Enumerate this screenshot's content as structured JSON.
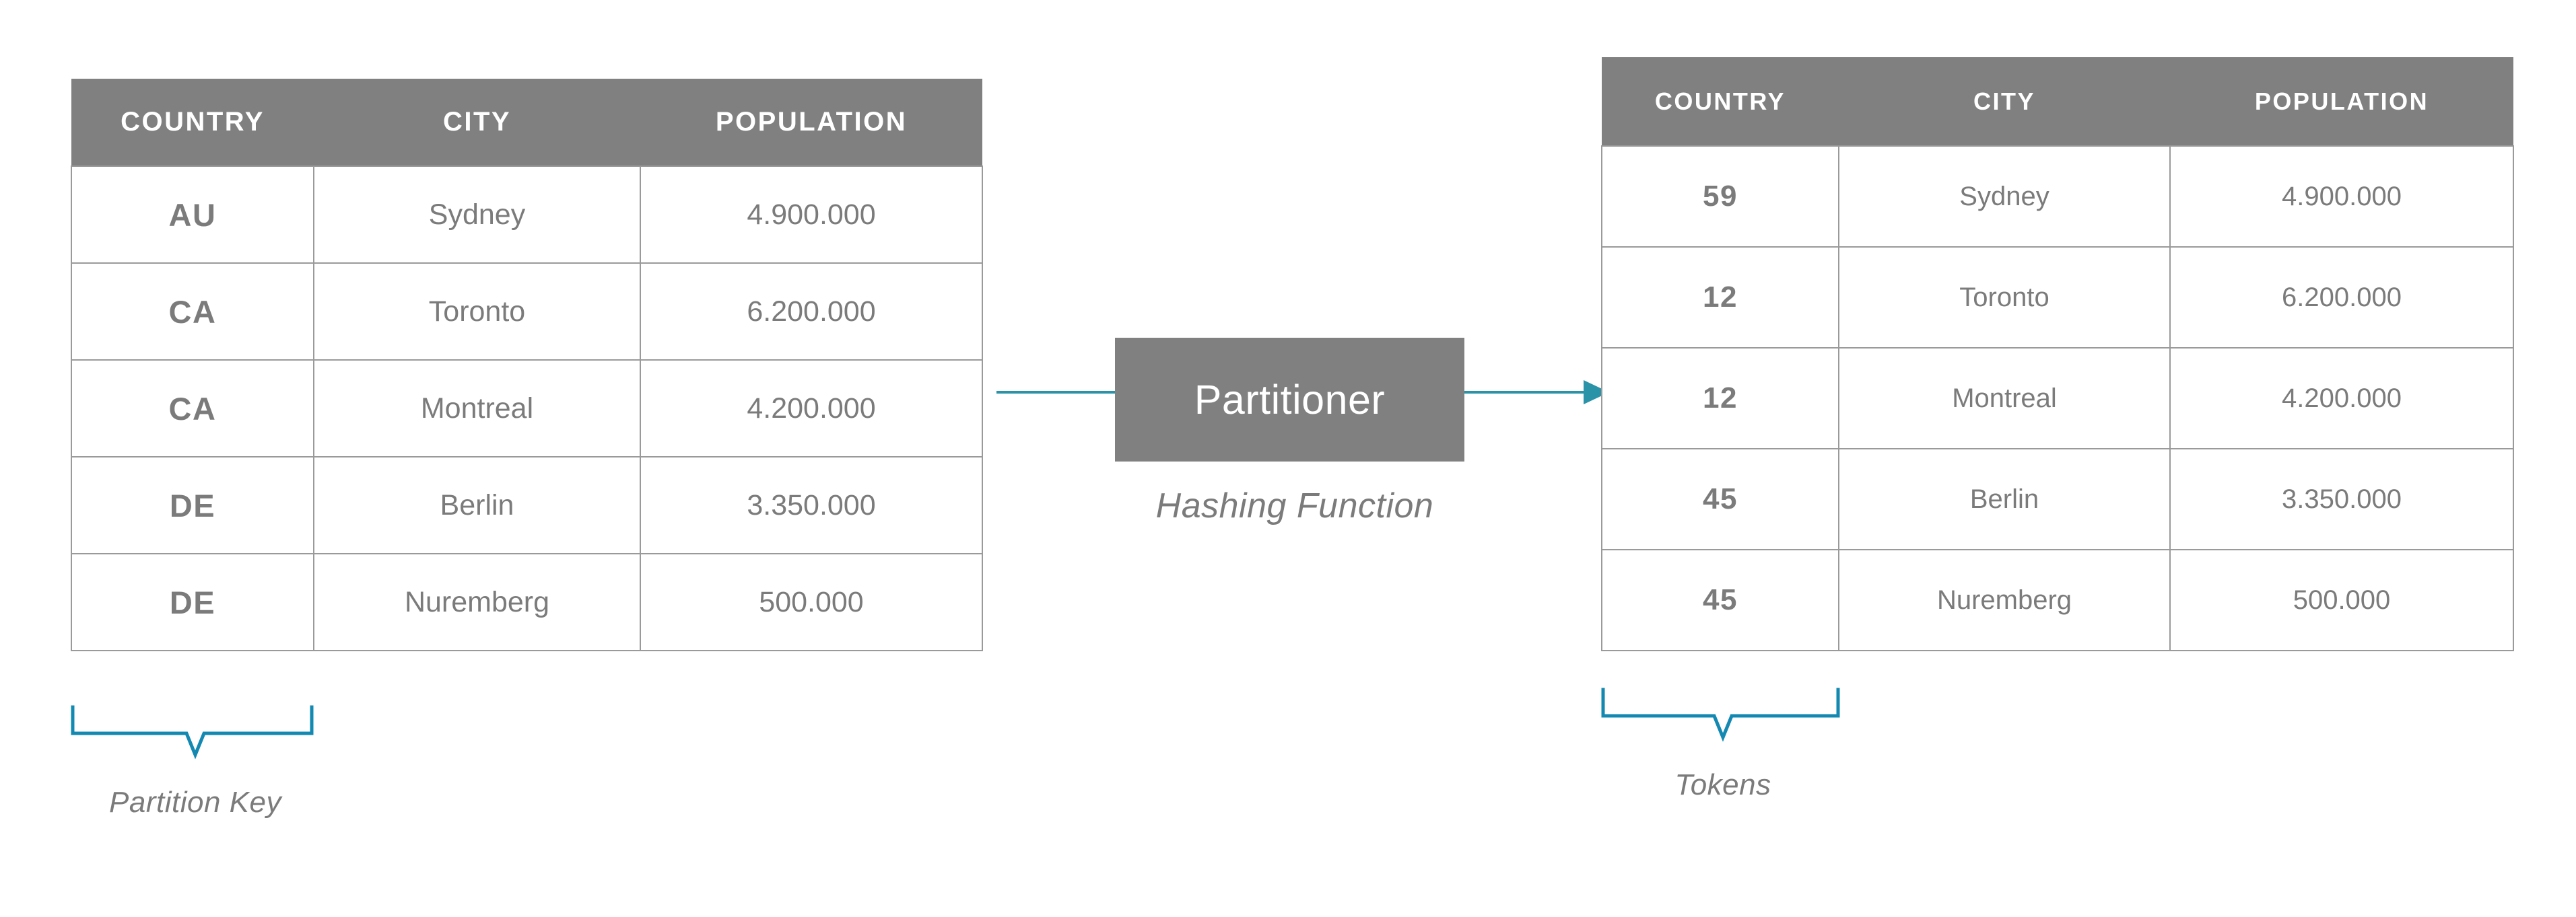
{
  "diagram": {
    "title_hidden": "",
    "accent_color": "#1389b2",
    "header_bg_color": "#808080",
    "text_color": "#7b7b7b",
    "arrow_color": "#2b93a8"
  },
  "source_table": {
    "name": "partition-key-table",
    "columns": [
      "COUNTRY",
      "CITY",
      "POPULATION"
    ],
    "rows": [
      {
        "key": "AU",
        "city": "Sydney",
        "population": "4.900.000"
      },
      {
        "key": "CA",
        "city": "Toronto",
        "population": "6.200.000"
      },
      {
        "key": "CA",
        "city": "Montreal",
        "population": "4.200.000"
      },
      {
        "key": "DE",
        "city": "Berlin",
        "population": "3.350.000"
      },
      {
        "key": "DE",
        "city": "Nuremberg",
        "population": "500.000"
      }
    ],
    "bracket_caption": "Partition Key"
  },
  "target_table": {
    "name": "token-table",
    "columns": [
      "COUNTRY",
      "CITY",
      "POPULATION"
    ],
    "rows": [
      {
        "key": "59",
        "city": "Sydney",
        "population": "4.900.000"
      },
      {
        "key": "12",
        "city": "Toronto",
        "population": "6.200.000"
      },
      {
        "key": "12",
        "city": "Montreal",
        "population": "4.200.000"
      },
      {
        "key": "45",
        "city": "Berlin",
        "population": "3.350.000"
      },
      {
        "key": "45",
        "city": "Nuremberg",
        "population": "500.000"
      }
    ],
    "bracket_caption": "Tokens"
  },
  "processor": {
    "label": "Partitioner",
    "caption": "Hashing Function"
  }
}
